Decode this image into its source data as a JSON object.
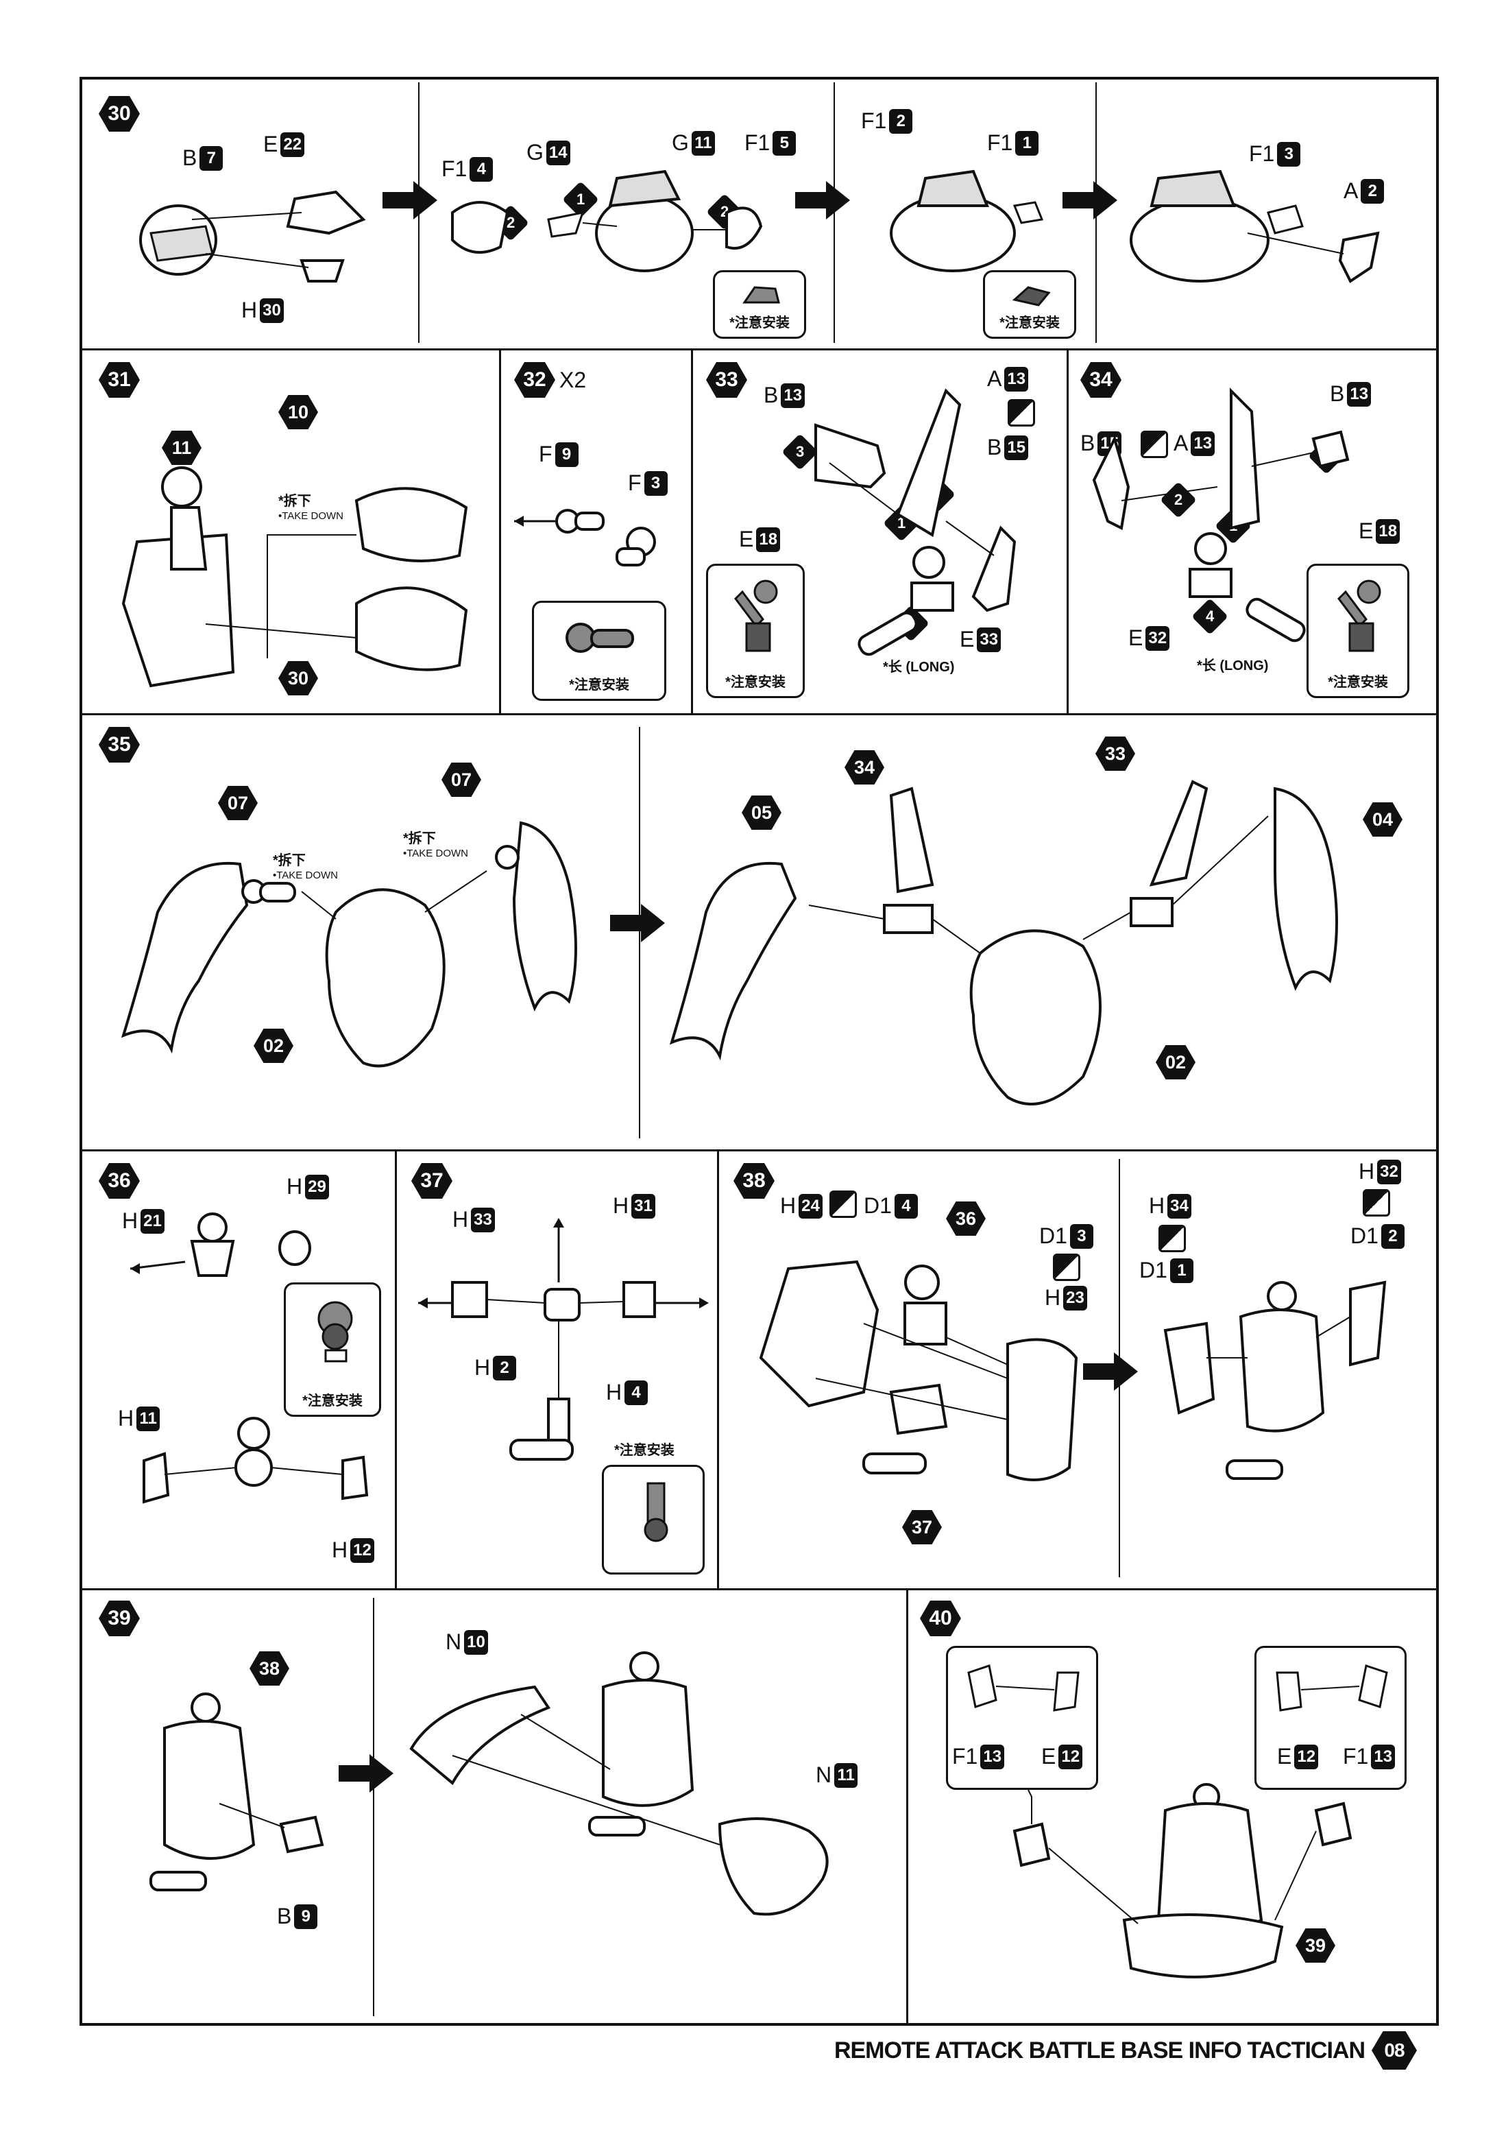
{
  "footer": {
    "title": "REMOTE ATTACK BATTLE BASE INFO TACTICIAN",
    "page": "08"
  },
  "notes": {
    "attention": "*注意安装",
    "take_down_cn": "*拆下",
    "take_down_en": "•TAKE DOWN",
    "long": "*长 (LONG)"
  },
  "steps": {
    "s30": {
      "num": "30",
      "parts": [
        [
          "B",
          "7"
        ],
        [
          "E",
          "22"
        ],
        [
          "H",
          "30"
        ],
        [
          "F1",
          "4"
        ],
        [
          "G",
          "14"
        ],
        [
          "G",
          "11"
        ],
        [
          "F1",
          "5"
        ],
        [
          "F1",
          "2"
        ],
        [
          "F1",
          "1"
        ],
        [
          "F1",
          "3"
        ],
        [
          "A",
          "2"
        ]
      ],
      "order": [
        "1",
        "2",
        "2"
      ]
    },
    "s31": {
      "num": "31",
      "subs": [
        "11",
        "10",
        "30"
      ]
    },
    "s32": {
      "num": "32",
      "mult": "X2",
      "parts": [
        [
          "F",
          "9"
        ],
        [
          "F",
          "3"
        ]
      ]
    },
    "s33": {
      "num": "33",
      "parts": [
        [
          "B",
          "13"
        ],
        [
          "A",
          "13"
        ],
        [
          "B",
          "15"
        ],
        [
          "E",
          "18"
        ],
        [
          "E",
          "33"
        ]
      ],
      "order": [
        "3",
        "2",
        "1",
        "4"
      ]
    },
    "s34": {
      "num": "34",
      "parts": [
        [
          "B",
          "13"
        ],
        [
          "B",
          "15"
        ],
        [
          "A",
          "13"
        ],
        [
          "E",
          "18"
        ],
        [
          "E",
          "32"
        ]
      ],
      "order": [
        "3",
        "2",
        "1",
        "4"
      ]
    },
    "s35": {
      "num": "35",
      "subs": [
        "07",
        "07",
        "02",
        "05",
        "34",
        "33",
        "04",
        "02"
      ]
    },
    "s36": {
      "num": "36",
      "parts": [
        [
          "H",
          "21"
        ],
        [
          "H",
          "29"
        ],
        [
          "H",
          "11"
        ],
        [
          "H",
          "12"
        ]
      ]
    },
    "s37": {
      "num": "37",
      "parts": [
        [
          "H",
          "33"
        ],
        [
          "H",
          "31"
        ],
        [
          "H",
          "2"
        ],
        [
          "H",
          "4"
        ]
      ]
    },
    "s38": {
      "num": "38",
      "parts": [
        [
          "H",
          "24"
        ],
        [
          "D1",
          "4"
        ],
        [
          "D1",
          "3"
        ],
        [
          "H",
          "23"
        ],
        [
          "H",
          "34"
        ],
        [
          "D1",
          "1"
        ],
        [
          "H",
          "32"
        ],
        [
          "D1",
          "2"
        ]
      ],
      "subs": [
        "36",
        "37"
      ]
    },
    "s39": {
      "num": "39",
      "parts": [
        [
          "B",
          "9"
        ],
        [
          "N",
          "10"
        ],
        [
          "N",
          "11"
        ]
      ],
      "subs": [
        "38"
      ]
    },
    "s40": {
      "num": "40",
      "parts": [
        [
          "F1",
          "13"
        ],
        [
          "E",
          "12"
        ],
        [
          "E",
          "12"
        ],
        [
          "F1",
          "13"
        ]
      ],
      "subs": [
        "39"
      ]
    }
  }
}
